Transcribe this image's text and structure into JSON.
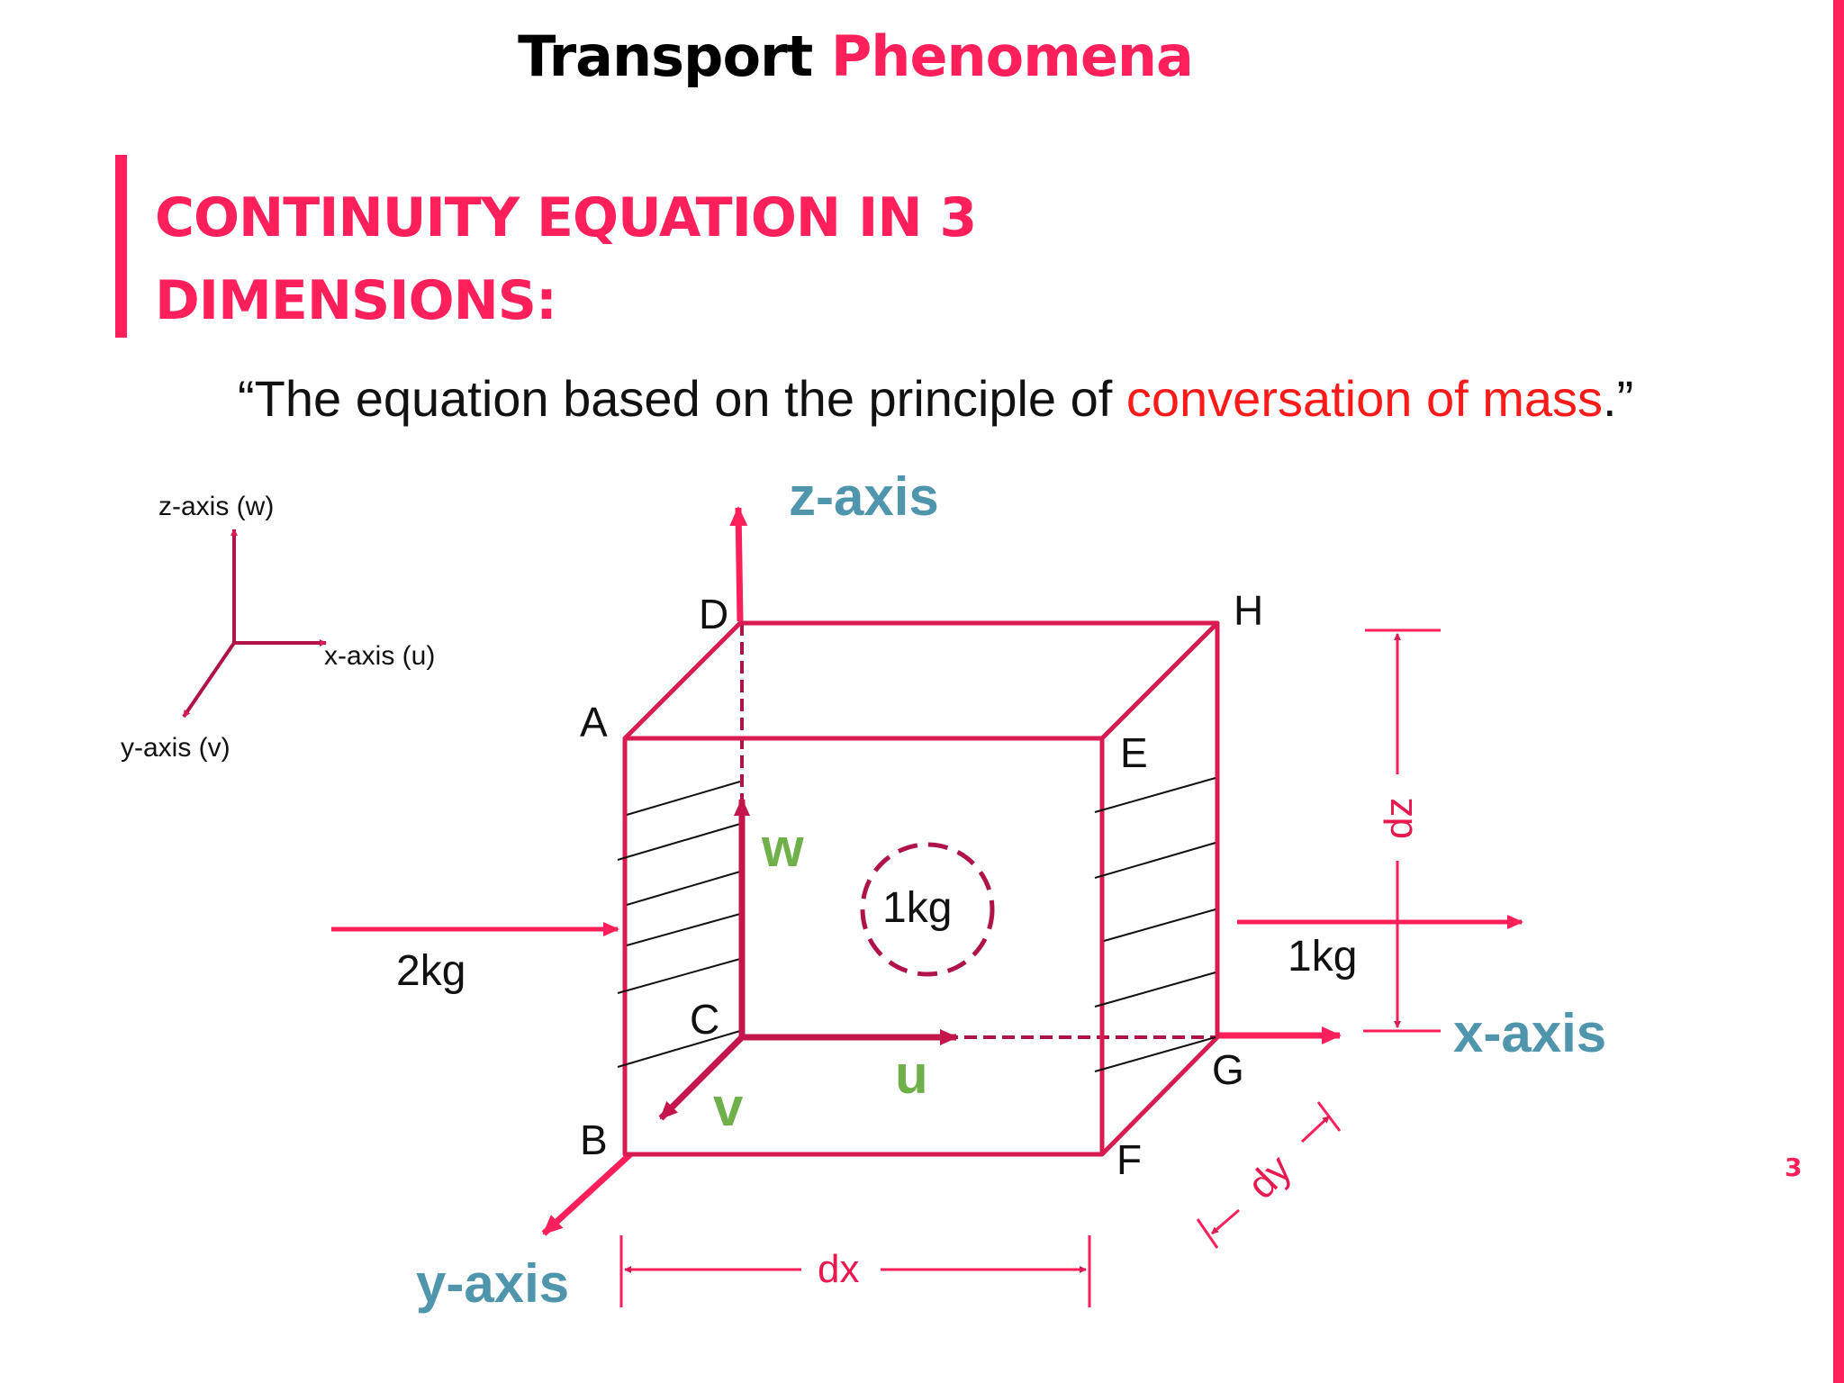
{
  "header": {
    "word1": "Transport",
    "word2": "Phenomena"
  },
  "slide": {
    "title_line1": "CONTINUITY EQUATION IN 3",
    "title_line2": "DIMENSIONS:",
    "quote_before": "“The equation based on the principle of ",
    "quote_highlight": "conversation of mass",
    "quote_after": ".”",
    "page_number": "3"
  },
  "diagram": {
    "legend": {
      "z": "z-axis (w)",
      "x": "x-axis (u)",
      "y": "y-axis (v)"
    },
    "axes": {
      "z": "z-axis",
      "x": "x-axis",
      "y": "y-axis"
    },
    "vertices": {
      "A": "A",
      "B": "B",
      "C": "C",
      "D": "D",
      "E": "E",
      "F": "F",
      "G": "G",
      "H": "H"
    },
    "components": {
      "w": "w",
      "u": "u",
      "v": "v"
    },
    "masses": {
      "inflow": "2kg",
      "center": "1kg",
      "outflow": "1kg"
    },
    "dimensions": {
      "dx": "dx",
      "dy": "dy",
      "dz": "dz"
    }
  },
  "colors": {
    "accent": "#ff1f5a",
    "box": "#d81b50",
    "axis_label": "#4f96ad",
    "component_label": "#6fb04a",
    "dark_line": "#b0124a"
  }
}
